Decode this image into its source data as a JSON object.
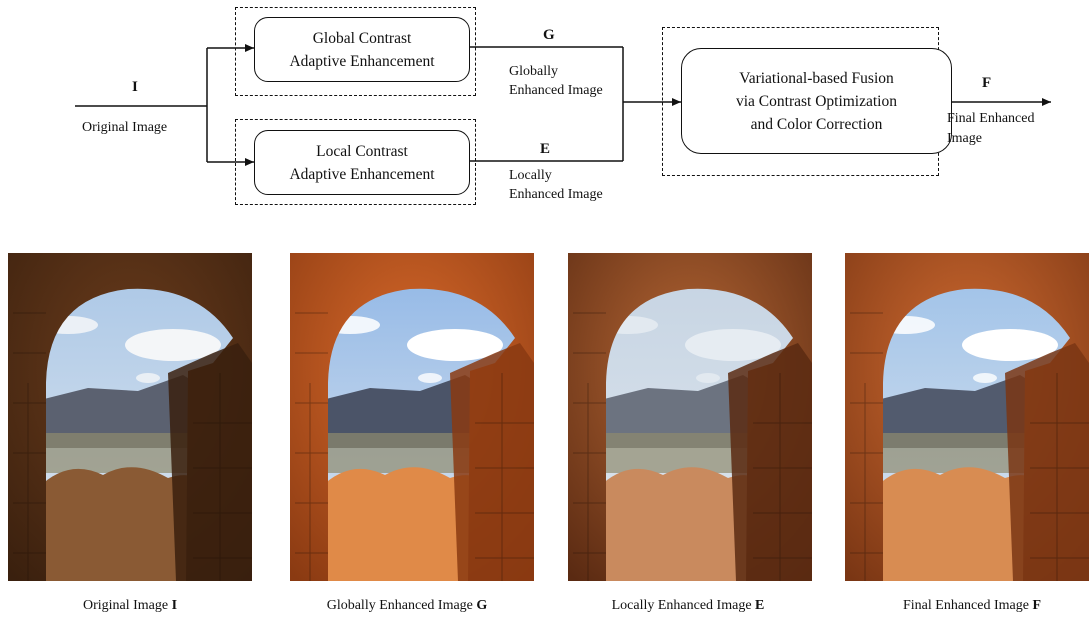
{
  "diagram": {
    "input": {
      "symbol": "I",
      "label": "Original Image"
    },
    "global_block": {
      "line1": "Global Contrast",
      "line2": "Adaptive Enhancement"
    },
    "local_block": {
      "line1": "Local Contrast",
      "line2": "Adaptive Enhancement"
    },
    "global_output": {
      "symbol": "G",
      "line1": "Globally",
      "line2": "Enhanced Image"
    },
    "local_output": {
      "symbol": "E",
      "line1": "Locally",
      "line2": "Enhanced Image"
    },
    "fusion_block": {
      "line1": "Variational-based Fusion",
      "line2": "via Contrast Optimization",
      "line3": "and Color Correction"
    },
    "final_output": {
      "symbol": "F",
      "line1": "Final Enhanced",
      "line2": "Image"
    }
  },
  "images": [
    {
      "caption": "Original Image",
      "symbol": "I",
      "tone": "original"
    },
    {
      "caption": "Globally Enhanced Image",
      "symbol": "G",
      "tone": "global"
    },
    {
      "caption": "Locally Enhanced Image",
      "symbol": "E",
      "tone": "local"
    },
    {
      "caption": "Final Enhanced Image",
      "symbol": "F",
      "tone": "final"
    }
  ],
  "tones": {
    "original": {
      "stone": "#3a200e",
      "stone_light": "#6b3c1c",
      "sky": "#a9c6e6",
      "cloud": "#f4f6f8",
      "mountain": "#5b6170",
      "rubble": "#8a5a34"
    },
    "global": {
      "stone": "#8a3a12",
      "stone_light": "#d8692a",
      "sky": "#8fb6e6",
      "cloud": "#ffffff",
      "mountain": "#4b5468",
      "rubble": "#e08a48"
    },
    "local": {
      "stone": "#5a2a12",
      "stone_light": "#b56634",
      "sky": "#c5d3e2",
      "cloud": "#e6ecf2",
      "mountain": "#6c7380",
      "rubble": "#c98a5e"
    },
    "final": {
      "stone": "#7a3614",
      "stone_light": "#cf6a30",
      "sky": "#9cc0e8",
      "cloud": "#ffffff",
      "mountain": "#525b6e",
      "rubble": "#d88c52"
    }
  }
}
